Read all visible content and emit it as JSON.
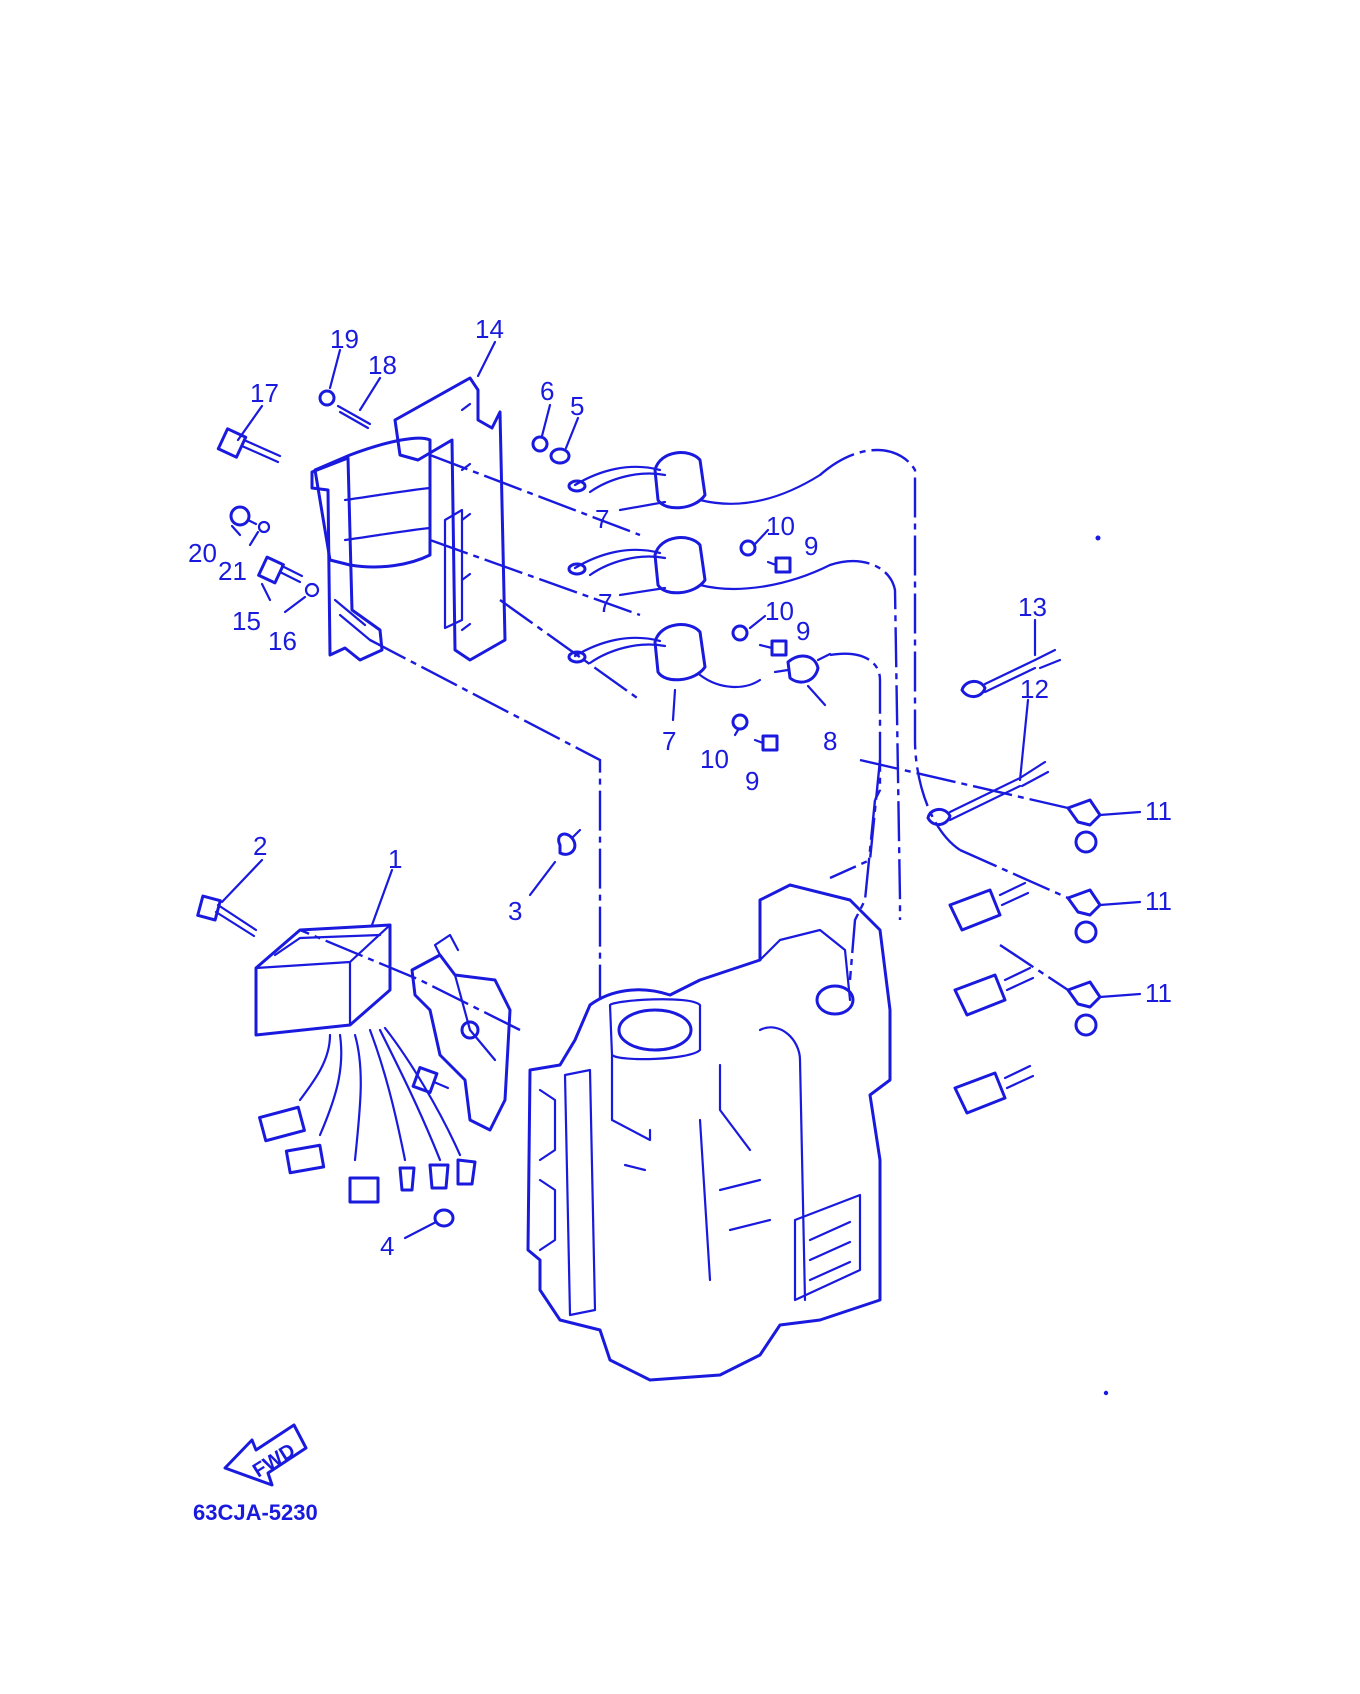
{
  "diagram": {
    "ink_color": "#1a1adf",
    "background_color": "#ffffff",
    "part_number": "63CJA-5230",
    "direction_label": "FWD",
    "callouts": [
      {
        "id": "c1",
        "label": "1"
      },
      {
        "id": "c2",
        "label": "2"
      },
      {
        "id": "c3",
        "label": "3"
      },
      {
        "id": "c4",
        "label": "4"
      },
      {
        "id": "c5",
        "label": "5"
      },
      {
        "id": "c6",
        "label": "6"
      },
      {
        "id": "c7a",
        "label": "7"
      },
      {
        "id": "c7b",
        "label": "7"
      },
      {
        "id": "c7c",
        "label": "7"
      },
      {
        "id": "c8",
        "label": "8"
      },
      {
        "id": "c9a",
        "label": "9"
      },
      {
        "id": "c9b",
        "label": "9"
      },
      {
        "id": "c9c",
        "label": "9"
      },
      {
        "id": "c10a",
        "label": "10"
      },
      {
        "id": "c10b",
        "label": "10"
      },
      {
        "id": "c10c",
        "label": "10"
      },
      {
        "id": "c11a",
        "label": "11"
      },
      {
        "id": "c11b",
        "label": "11"
      },
      {
        "id": "c11c",
        "label": "11"
      },
      {
        "id": "c12",
        "label": "12"
      },
      {
        "id": "c13",
        "label": "13"
      },
      {
        "id": "c14",
        "label": "14"
      },
      {
        "id": "c15",
        "label": "15"
      },
      {
        "id": "c16",
        "label": "16"
      },
      {
        "id": "c17",
        "label": "17"
      },
      {
        "id": "c18",
        "label": "18"
      },
      {
        "id": "c19",
        "label": "19"
      },
      {
        "id": "c20",
        "label": "20"
      },
      {
        "id": "c21",
        "label": "21"
      }
    ]
  }
}
